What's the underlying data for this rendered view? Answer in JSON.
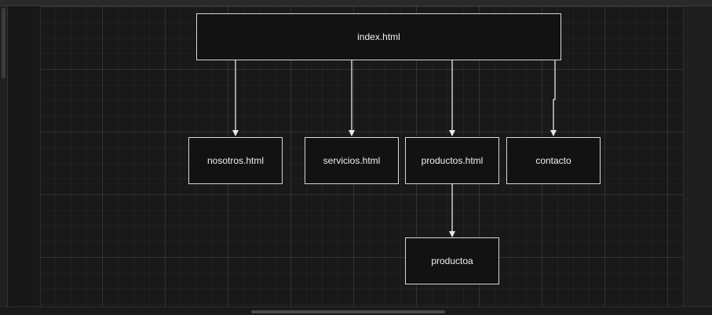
{
  "diagram": {
    "root": {
      "label": "index.html"
    },
    "children": [
      {
        "label": "nosotros.html"
      },
      {
        "label": "servicios.html"
      },
      {
        "label": "productos.html"
      },
      {
        "label": "contacto"
      }
    ],
    "subchild": {
      "label": "productoa"
    }
  }
}
